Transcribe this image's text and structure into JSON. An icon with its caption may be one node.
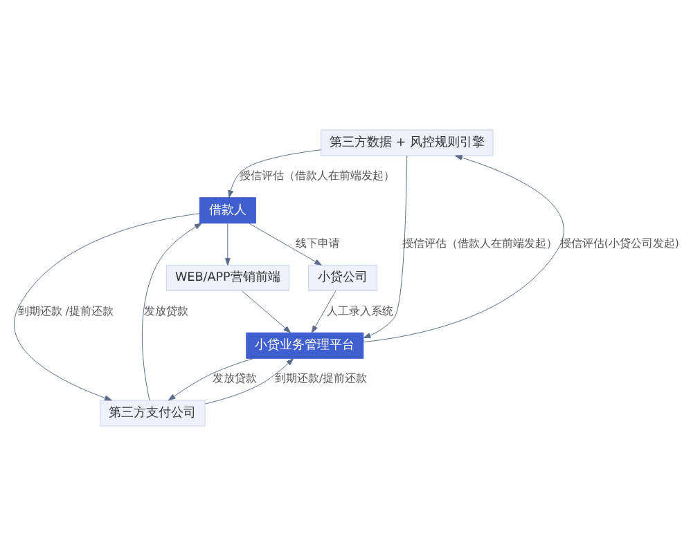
{
  "diagram": {
    "nodes": [
      {
        "text": [
          "借款人"
        ]
      },
      {
        "text": [
          "第三方数据 + 风控规则引擎"
        ]
      },
      {
        "text": [
          "WEB/APP营销前端"
        ]
      },
      {
        "text": [
          "小贷业务管理平台"
        ]
      },
      {
        "text": [
          "小贷公司"
        ]
      },
      {
        "text": [
          "第三方支付公司"
        ]
      }
    ],
    "edges": [
      {
        "from": 1,
        "to": 0,
        "arrow": "to",
        "label": "授信评估（借款人在前端发起）"
      },
      {
        "from": 1,
        "to": 3,
        "arrow": "to",
        "label": "授信评估（借款人在前端发起）"
      },
      {
        "from": 3,
        "to": 1,
        "arrow": "to",
        "label": "授信评估(小贷公司发起)"
      },
      {
        "from": 0,
        "to": 2,
        "arrow": "to"
      },
      {
        "from": 2,
        "to": 3,
        "arrow": "to"
      },
      {
        "from": 0,
        "to": 4,
        "arrow": "to",
        "label": "线下申请"
      },
      {
        "from": 4,
        "to": 3,
        "arrow": "to",
        "label": "人工录入系统"
      },
      {
        "from": 0,
        "to": 5,
        "arrow": "to",
        "label": "到期还款 /提前还款"
      },
      {
        "from": 3,
        "to": 5,
        "arrow": "to",
        "label": "发放贷款"
      },
      {
        "from": 5,
        "to": 0,
        "arrow": "to",
        "label": "发放贷款"
      },
      {
        "from": 5,
        "to": 3,
        "arrow": "to",
        "label": "到期还款/提前还款"
      }
    ]
  }
}
